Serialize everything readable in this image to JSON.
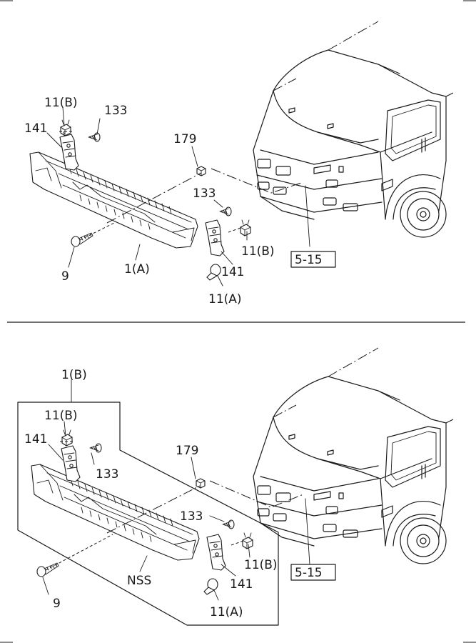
{
  "top_diagram": {
    "labels": {
      "bracket_b": "11(B)",
      "bolt": "133",
      "bracket": "141",
      "clip": "179",
      "bolt_r": "133",
      "bracket_b_r": "11(B)",
      "bracket_r": "141",
      "clip_a": "11(A)",
      "screw": "9",
      "grille": "1(A)",
      "ref": "5-15"
    }
  },
  "bottom_diagram": {
    "labels": {
      "assembly": "1(B)",
      "bracket_b": "11(B)",
      "bracket": "141",
      "bolt": "133",
      "clip": "179",
      "bolt_r": "133",
      "bracket_b_r": "11(B)",
      "bracket_r": "141",
      "clip_a": "11(A)",
      "screw": "9",
      "grille": "NSS",
      "ref": "5-15"
    }
  }
}
